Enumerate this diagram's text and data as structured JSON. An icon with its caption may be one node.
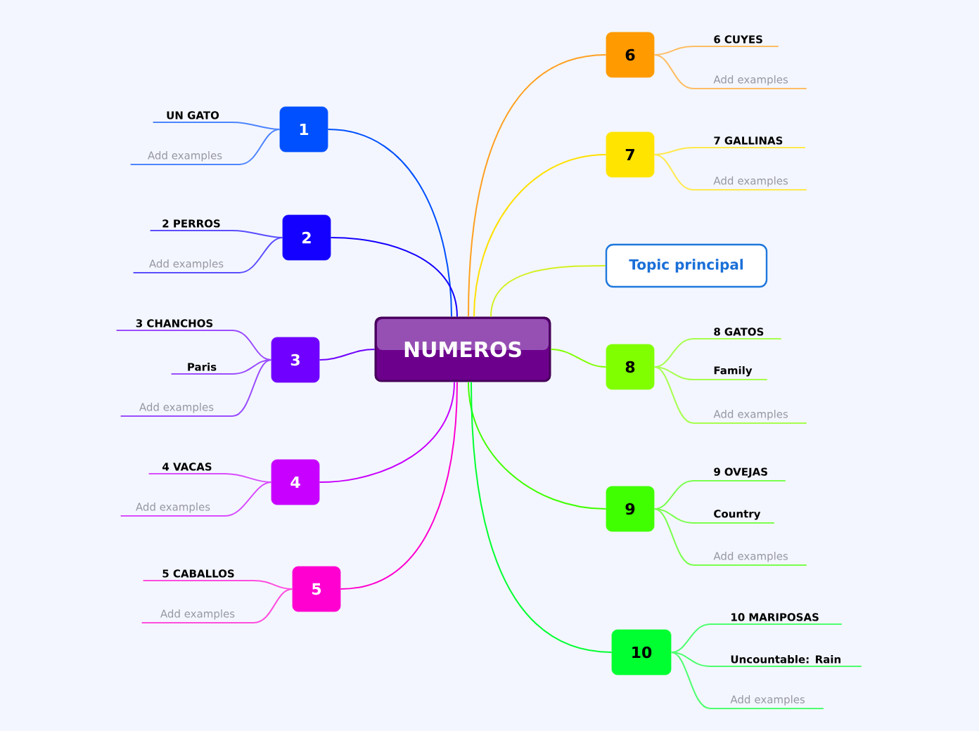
{
  "diagram": {
    "nodes": [
      {
        "text": [
          "NUMEROS"
        ]
      },
      {
        "text": [
          "1"
        ]
      },
      {
        "text": [
          "2"
        ]
      },
      {
        "text": [
          "3"
        ]
      },
      {
        "text": [
          "4"
        ]
      },
      {
        "text": [
          "5"
        ]
      },
      {
        "text": [
          "6"
        ]
      },
      {
        "text": [
          "7"
        ]
      },
      {
        "text": [
          "Topic principal"
        ]
      },
      {
        "text": [
          "8"
        ]
      },
      {
        "text": [
          "9"
        ]
      },
      {
        "text": [
          "10"
        ]
      },
      {
        "text": [
          "UN GATO"
        ]
      },
      {
        "text": [
          "Add examples"
        ]
      },
      {
        "text": [
          "2 PERROS"
        ]
      },
      {
        "text": [
          "Add examples"
        ]
      },
      {
        "text": [
          "3 CHANCHOS"
        ]
      },
      {
        "text": [
          "Paris"
        ]
      },
      {
        "text": [
          "Add examples"
        ]
      },
      {
        "text": [
          "4 VACAS"
        ]
      },
      {
        "text": [
          "Add examples"
        ]
      },
      {
        "text": [
          "5 CABALLOS"
        ]
      },
      {
        "text": [
          "Add examples"
        ]
      },
      {
        "text": [
          "6 CUYES"
        ]
      },
      {
        "text": [
          "Add examples"
        ]
      },
      {
        "text": [
          "7 GALLINAS"
        ]
      },
      {
        "text": [
          "Add examples"
        ]
      },
      {
        "text": [
          "8 GATOS"
        ]
      },
      {
        "text": [
          "Family"
        ]
      },
      {
        "text": [
          "Add examples"
        ]
      },
      {
        "text": [
          "9 OVEJAS"
        ]
      },
      {
        "text": [
          "Country"
        ]
      },
      {
        "text": [
          "Add examples"
        ]
      },
      {
        "text": [
          "10 MARIPOSAS"
        ]
      },
      {
        "text": [
          "Uncountable: Rain"
        ]
      },
      {
        "text": [
          "Add examples"
        ]
      }
    ],
    "edges": [
      {
        "from": 0,
        "to": 1,
        "arrow": "none",
        "color": "#0050ff"
      },
      {
        "from": 0,
        "to": 2,
        "arrow": "none",
        "color": "#1400ff"
      },
      {
        "from": 0,
        "to": 3,
        "arrow": "none",
        "color": "#7000ff"
      },
      {
        "from": 0,
        "to": 4,
        "arrow": "none",
        "color": "#c800ff"
      },
      {
        "from": 0,
        "to": 5,
        "arrow": "none",
        "color": "#ff00d0"
      },
      {
        "from": 0,
        "to": 6,
        "arrow": "none",
        "color": "#ffa020"
      },
      {
        "from": 0,
        "to": 7,
        "arrow": "none",
        "color": "#ffe000"
      },
      {
        "from": 0,
        "to": 8,
        "arrow": "none",
        "color": "#d4f020"
      },
      {
        "from": 0,
        "to": 9,
        "arrow": "none",
        "color": "#80ff00"
      },
      {
        "from": 0,
        "to": 10,
        "arrow": "none",
        "color": "#40ff00"
      },
      {
        "from": 0,
        "to": 11,
        "arrow": "none",
        "color": "#00ff30"
      },
      {
        "from": 1,
        "to": 12,
        "arrow": "none",
        "color": "#4d85ff"
      },
      {
        "from": 1,
        "to": 13,
        "arrow": "none",
        "color": "#4d85ff"
      },
      {
        "from": 2,
        "to": 14,
        "arrow": "none",
        "color": "#5a4dff"
      },
      {
        "from": 2,
        "to": 15,
        "arrow": "none",
        "color": "#5a4dff"
      },
      {
        "from": 3,
        "to": 16,
        "arrow": "none",
        "color": "#9b4dff"
      },
      {
        "from": 3,
        "to": 17,
        "arrow": "none",
        "color": "#9b4dff"
      },
      {
        "from": 3,
        "to": 18,
        "arrow": "none",
        "color": "#9b4dff"
      },
      {
        "from": 4,
        "to": 19,
        "arrow": "none",
        "color": "#d94dff"
      },
      {
        "from": 4,
        "to": 20,
        "arrow": "none",
        "color": "#d94dff"
      },
      {
        "from": 5,
        "to": 21,
        "arrow": "none",
        "color": "#ff4ddf"
      },
      {
        "from": 5,
        "to": 22,
        "arrow": "none",
        "color": "#ff4ddf"
      },
      {
        "from": 6,
        "to": 23,
        "arrow": "none",
        "color": "#ffbd63"
      },
      {
        "from": 6,
        "to": 24,
        "arrow": "none",
        "color": "#ffbd63"
      },
      {
        "from": 7,
        "to": 25,
        "arrow": "none",
        "color": "#ffe94d"
      },
      {
        "from": 7,
        "to": 26,
        "arrow": "none",
        "color": "#ffe94d"
      },
      {
        "from": 9,
        "to": 27,
        "arrow": "none",
        "color": "#a6ff4d"
      },
      {
        "from": 9,
        "to": 28,
        "arrow": "none",
        "color": "#a6ff4d"
      },
      {
        "from": 9,
        "to": 29,
        "arrow": "none",
        "color": "#a6ff4d"
      },
      {
        "from": 10,
        "to": 30,
        "arrow": "none",
        "color": "#79ff4d"
      },
      {
        "from": 10,
        "to": 31,
        "arrow": "none",
        "color": "#79ff4d"
      },
      {
        "from": 10,
        "to": 32,
        "arrow": "none",
        "color": "#79ff4d"
      },
      {
        "from": 11,
        "to": 33,
        "arrow": "none",
        "color": "#4dff6e"
      },
      {
        "from": 11,
        "to": 34,
        "arrow": "none",
        "color": "#4dff6e"
      },
      {
        "from": 11,
        "to": 35,
        "arrow": "none",
        "color": "#4dff6e"
      }
    ]
  }
}
